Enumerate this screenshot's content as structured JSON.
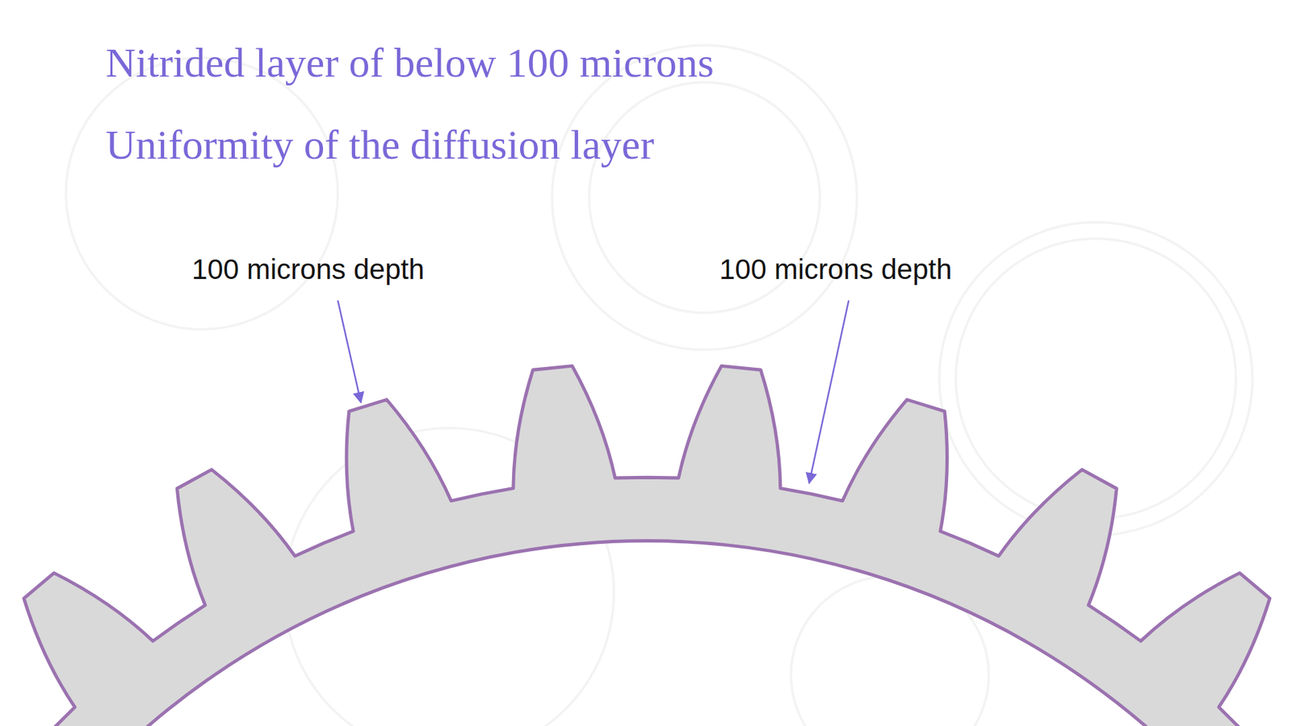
{
  "diagram": {
    "title": "Nitrided layer of below 100 microns",
    "labels": [
      "Uniformity of the diffusion layer",
      "100 microns depth",
      "100 microns depth"
    ]
  }
}
